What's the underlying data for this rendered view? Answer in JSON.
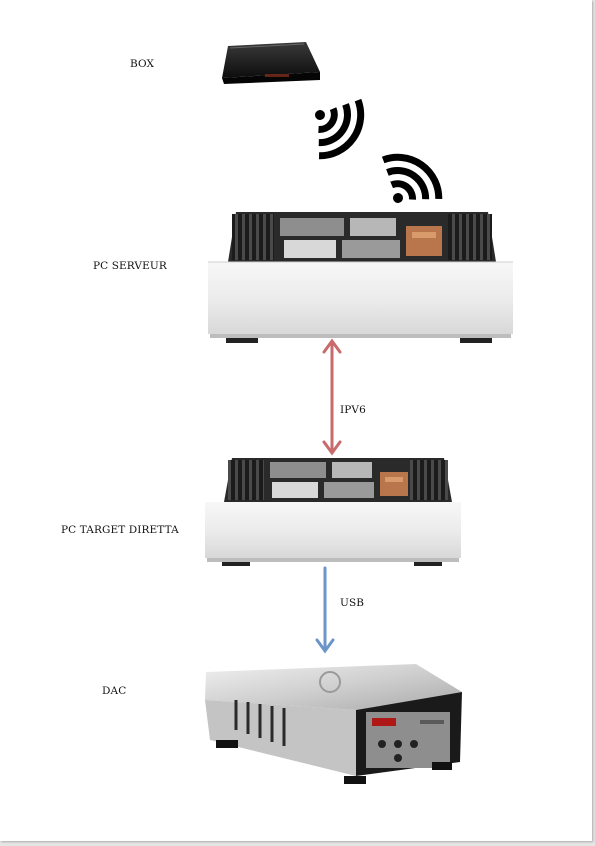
{
  "labels": {
    "box": "BOX",
    "pc_serveur": "PC SERVEUR",
    "ipv6": "IPV6",
    "pc_target": "PC TARGET DIRETTA",
    "usb": "USB",
    "dac": "DAC"
  },
  "colors": {
    "ipv6_arrow": "#c96a6c",
    "usb_arrow": "#6c95c8",
    "page_background": "#ffffff",
    "outer_background": "#e6e6e6"
  },
  "icons": {
    "router": "router-icon",
    "wifi_out": "wifi-signal-icon",
    "wifi_in": "wifi-signal-icon",
    "server": "server-chassis-icon",
    "target": "target-chassis-icon",
    "dac": "dac-unit-icon"
  }
}
